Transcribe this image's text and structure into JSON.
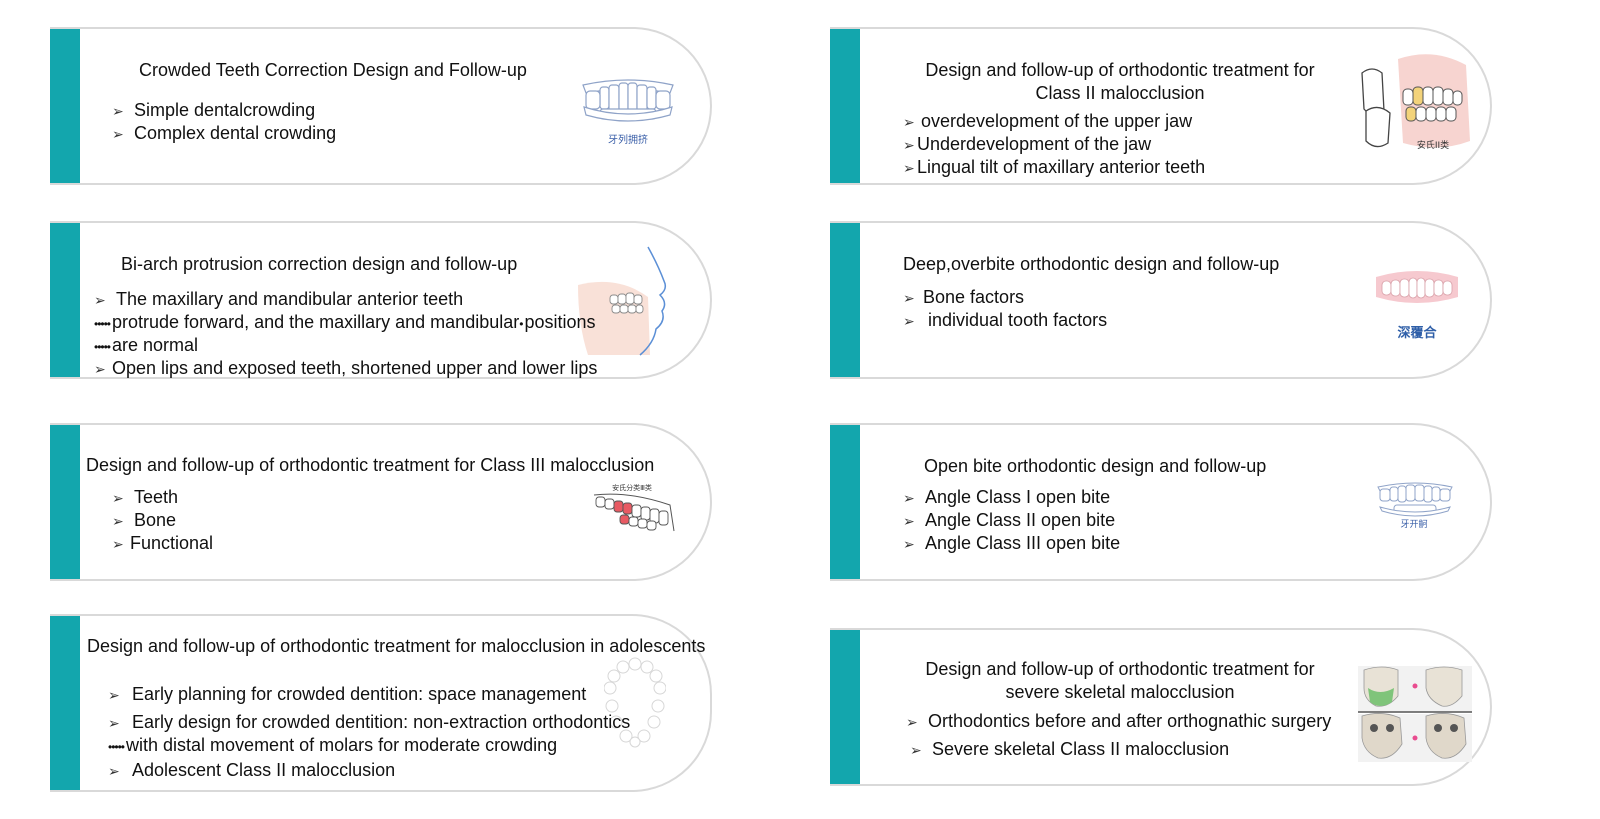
{
  "cards": [
    {
      "title": "Crowded Teeth Correction Design and Follow-up",
      "items": [
        "Simple dentalcrowding",
        "Complex dental crowding"
      ],
      "caption": "牙列拥挤"
    },
    {
      "title": "Design and follow-up of orthodontic treatment for Class II malocclusion",
      "items": [
        "overdevelopment of the upper jaw",
        "Underdevelopment of the jaw",
        "Lingual tilt of maxillary anterior teeth"
      ],
      "caption": "安氏II类"
    },
    {
      "title": "Bi-arch protrusion correction design and follow-up",
      "items": [
        "The maxillary and mandibular anterior teeth",
        "protrude forward, and the maxillary and mandibular",
        "positions",
        "are normal",
        "Open lips and exposed teeth, shortened upper and lower lips"
      ],
      "dots": "•••••",
      "dot": "•"
    },
    {
      "title": "Deep,overbite orthodontic design and follow-up",
      "items": [
        "Bone factors",
        " individual tooth factors"
      ],
      "caption": "深覆合"
    },
    {
      "title": "Design and follow-up of orthodontic treatment for Class III malocclusion",
      "items": [
        "Teeth",
        "Bone",
        "Functional"
      ],
      "caption": "安氏分类Ⅲ类"
    },
    {
      "title": "Open bite orthodontic design and follow-up",
      "items": [
        "Angle Class I open bite",
        "Angle Class II open bite",
        "Angle Class III open bite"
      ],
      "caption": "牙开䶗"
    },
    {
      "title": "Design and follow-up of orthodontic treatment for malocclusion in adolescents",
      "items": [
        "Early planning for crowded dentition: space management",
        "Early design for crowded dentition: non-extraction orthodontics",
        "with distal movement of molars for moderate crowding",
        "Adolescent Class II malocclusion"
      ],
      "dots": "•••••"
    },
    {
      "title": "Design and follow-up of orthodontic treatment for severe skeletal malocclusion",
      "items": [
        "Orthodontics before and after orthognathic surgery",
        "Severe skeletal Class II malocclusion"
      ]
    }
  ],
  "arrow": "➢",
  "colors": {
    "accent": "#13a6ad",
    "border": "#d9d9d9"
  }
}
